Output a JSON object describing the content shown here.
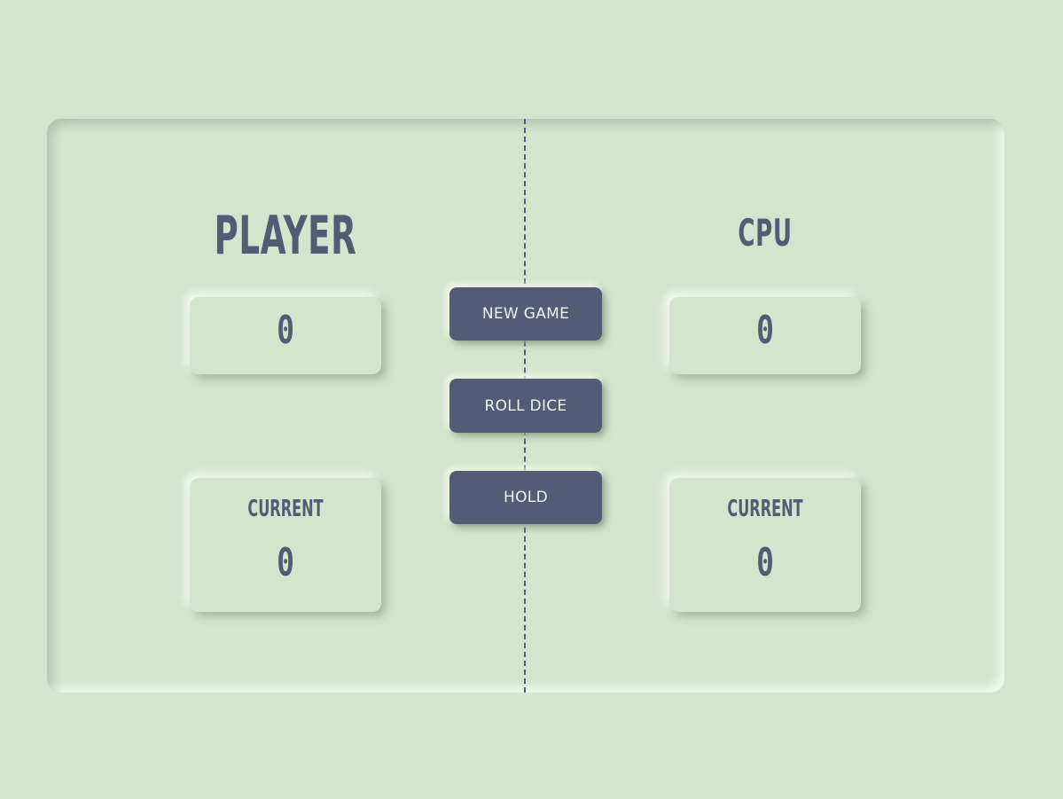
{
  "players": {
    "left": {
      "name": "PLAYER",
      "score": "0",
      "current_label": "CURRENT",
      "current": "0"
    },
    "right": {
      "name": "CPU",
      "score": "0",
      "current_label": "CURRENT",
      "current": "0"
    }
  },
  "controls": {
    "new_game_label": "NEW GAME",
    "roll_dice_label": "ROLL DICE",
    "hold_label": "HOLD"
  },
  "colors": {
    "background": "#d3e5cd",
    "accent": "#525c74",
    "button_text": "#eef2f0"
  }
}
